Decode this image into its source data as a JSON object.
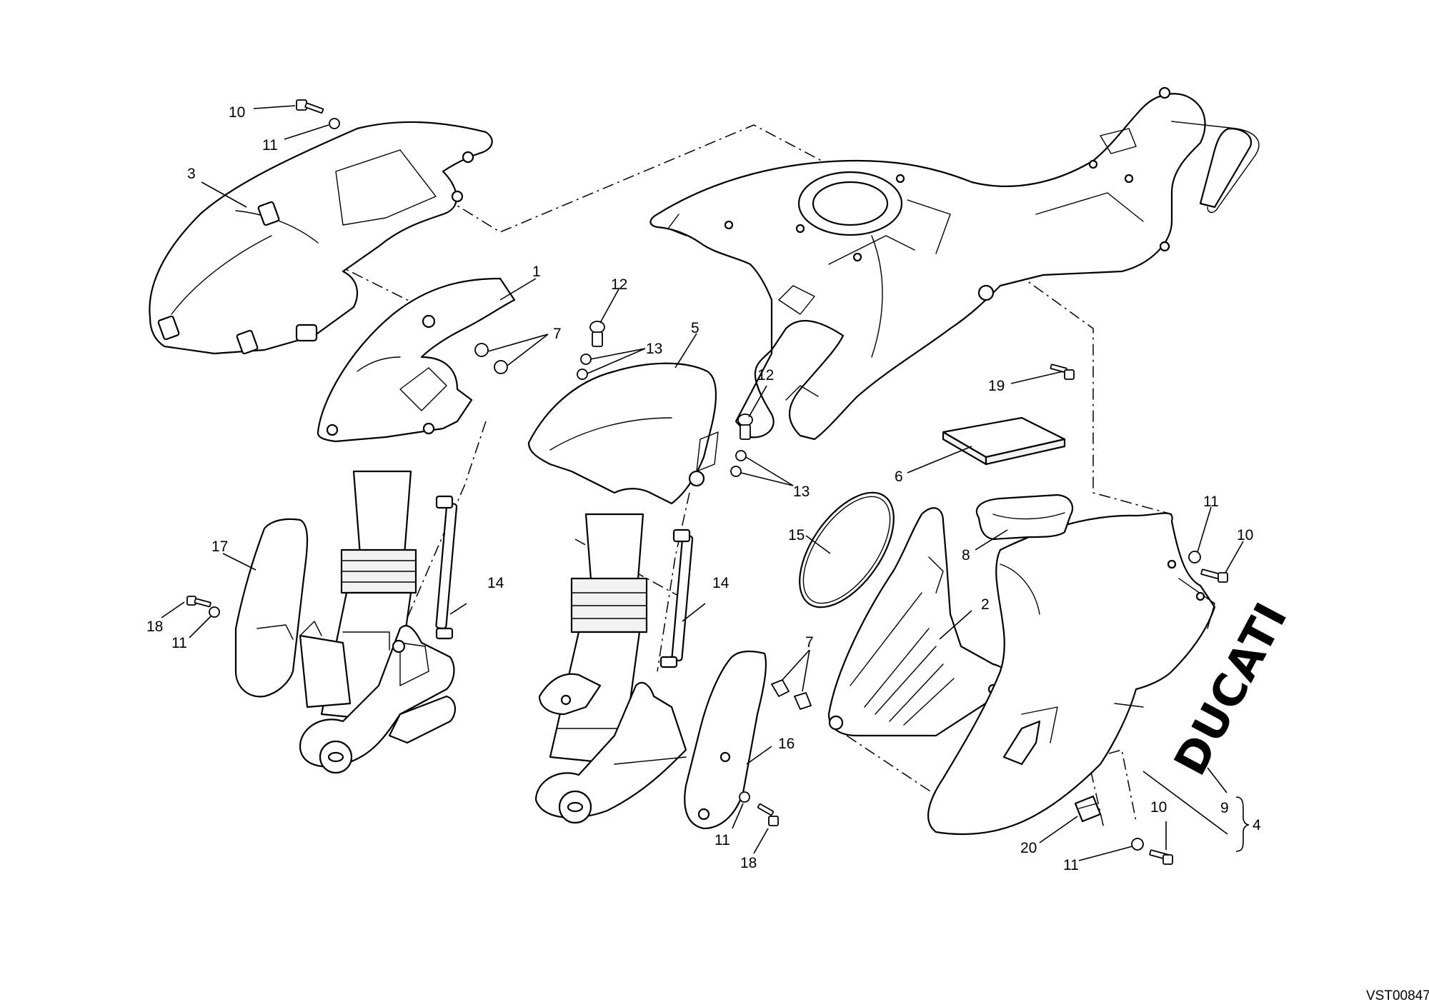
{
  "drawing_code": "VST00847",
  "brand_text": "DUCATI",
  "callouts": {
    "c1": "1",
    "c2": "2",
    "c3": "3",
    "c4": "4",
    "c5": "5",
    "c6": "6",
    "c7a": "7",
    "c7b": "7",
    "c8": "8",
    "c9": "9",
    "c10a": "10",
    "c10b": "10",
    "c10c": "10",
    "c11a": "11",
    "c11b": "11",
    "c11c": "11",
    "c11d": "11",
    "c11e": "11",
    "c12a": "12",
    "c12b": "12",
    "c13a": "13",
    "c13b": "13",
    "c14a": "14",
    "c14b": "14",
    "c15": "15",
    "c16": "16",
    "c17": "17",
    "c18a": "18",
    "c18b": "18",
    "c19": "19",
    "c20": "20"
  }
}
